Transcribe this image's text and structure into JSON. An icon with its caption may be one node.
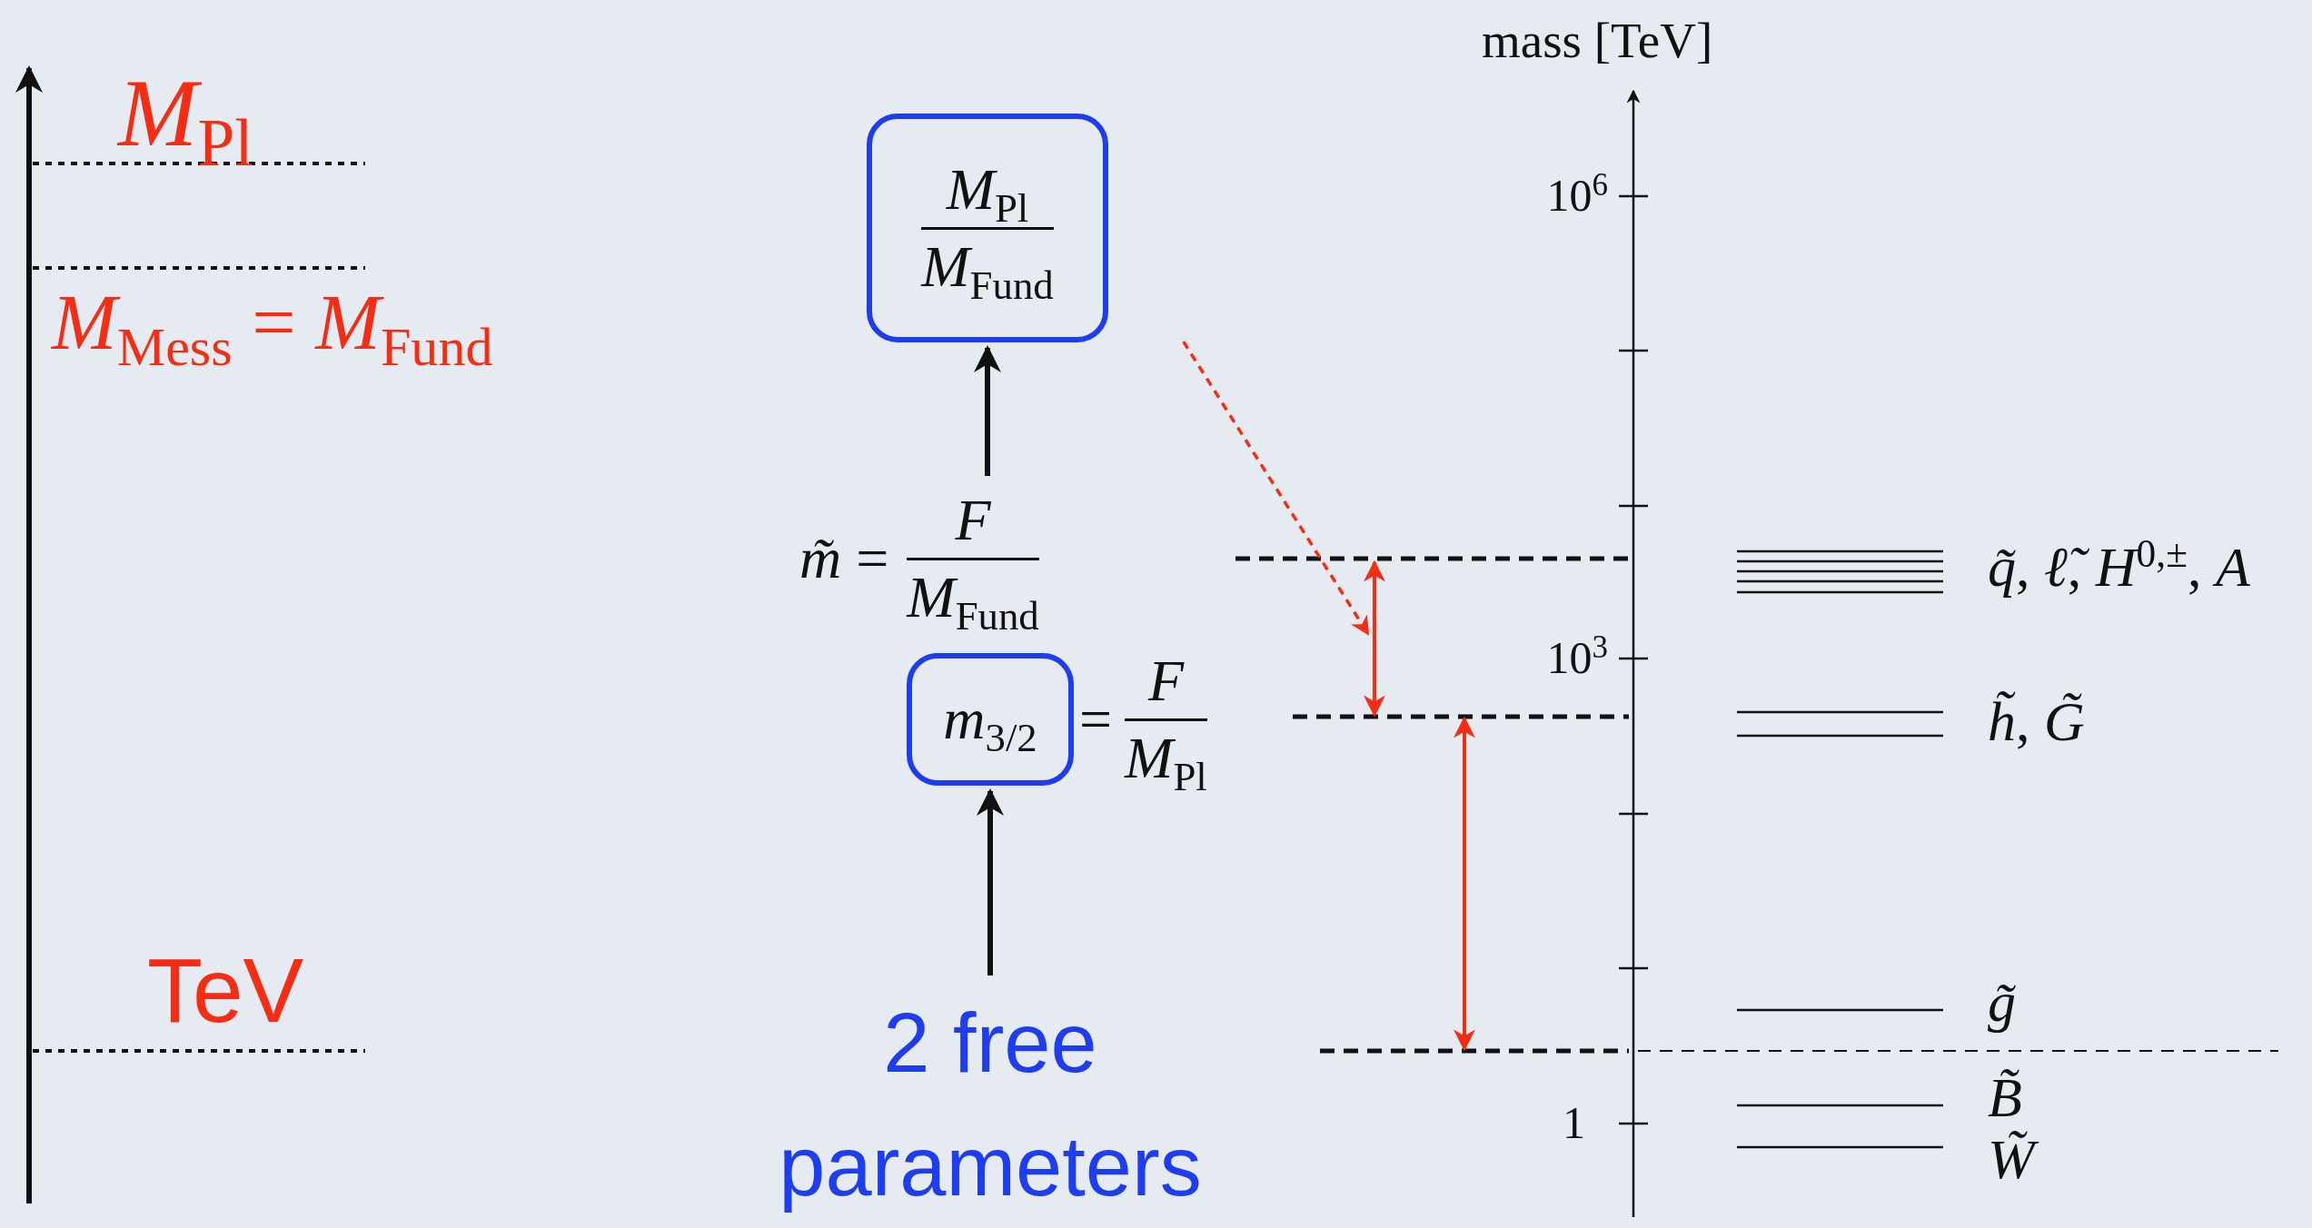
{
  "diagram": {
    "nodes": [
      {
        "text": [
          "*M*$_{Pl}$",
          "*M*$_{Fund}$"
        ]
      },
      {
        "text": [
          "*m̃* =",
          "*F*",
          "*M*$_{Fund}$"
        ]
      },
      {
        "text": [
          "*m*$_{3/2}$"
        ],
        "beside": [
          "=",
          "*F*",
          "*M*$_{Pl}$"
        ]
      },
      {
        "text": [
          "2 free parameters"
        ]
      }
    ],
    "edges": [
      {
        "from": 1,
        "to": 0,
        "arrow": "to"
      },
      {
        "from": 3,
        "to": 2,
        "arrow": "to"
      },
      {
        "from": 0,
        "to": null,
        "arrow": "to",
        "style": "dashed",
        "color": "#f52d14"
      }
    ],
    "labels": [
      "*M*$_{Pl}$",
      "*M*$_{Mess}$ = *M*$_{Fund}$",
      "TeV",
      "mass [TeV]",
      "10$^{6}$",
      "10$^{3}$",
      "1",
      "*q̃*, *ℓ̃*, *H*$^{0,±}$, *A*",
      "*h̃*, *G̃*",
      "*g̃*",
      "*B̃*",
      "*W̃*"
    ]
  }
}
